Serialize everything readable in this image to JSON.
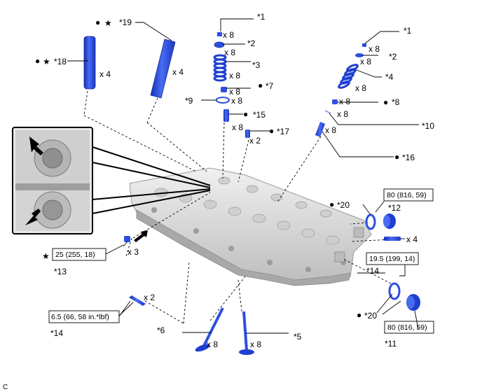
{
  "figure_code": "C",
  "callouts": {
    "c1a": "*1",
    "c1b": "*1",
    "c2a": "*2",
    "c2b": "*2",
    "c3": "*3",
    "c4": "*4",
    "c5": "*5",
    "c6": "*6",
    "c7": "*7",
    "c8": "*8",
    "c9": "*9",
    "c10": "*10",
    "c11": "*11",
    "c12": "*12",
    "c13": "*13",
    "c14a": "*14",
    "c14b": "*14",
    "c15": "*15",
    "c16": "*16",
    "c17": "*17",
    "c18": "*18",
    "c19": "*19",
    "c20a": "*20",
    "c20b": "*20"
  },
  "quantities": {
    "q18": "x 4",
    "q19": "x 4",
    "q1a": "x 8",
    "q2a": "x 8",
    "q3": "x 8",
    "q7": "x 8",
    "q9": "x 8",
    "q15": "x 8",
    "q17": "x 2",
    "q1b": "x 8",
    "q2b": "x 8",
    "q4": "x 8",
    "q8": "x 8",
    "q10": "x 8",
    "q16": "x 8",
    "q13": "x 3",
    "q14a": "x 2",
    "q6": "x 8",
    "q5": "x 8",
    "q14b": "x 4"
  },
  "torques": {
    "t12": "80 (816, 59)",
    "t13": "25 (255, 18)",
    "t14a": "19.5 (199, 14)",
    "t14b": "6.5 (66, 58 in.*lbf)",
    "t11": "80 (816, 59)"
  },
  "symbols": {
    "star": "★",
    "dot": "●"
  },
  "colors": {
    "part_blue": "#1f3fd1",
    "part_blue_light": "#5d7df0",
    "head_gray": "#d9d9d9",
    "line": "#000000"
  }
}
